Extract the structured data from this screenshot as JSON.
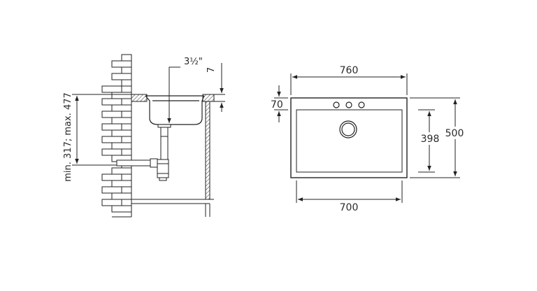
{
  "drawing": {
    "side_view": {
      "drain_size": "3½\"",
      "rim_thickness": "7",
      "mount_height": "min. 317; max. 477"
    },
    "top_view": {
      "overall_width": "760",
      "bowl_width": "700",
      "overall_depth": "500",
      "bowl_depth": "398",
      "tap_ledge": "70"
    }
  }
}
